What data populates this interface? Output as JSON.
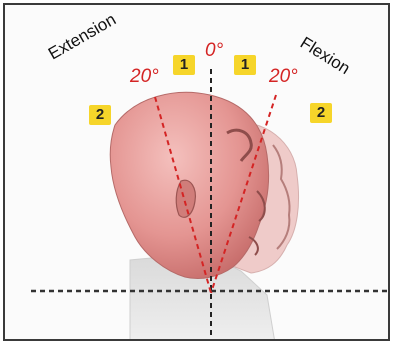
{
  "labels": {
    "extension": "Extension",
    "flexion": "Flexion",
    "angle_left": "20°",
    "angle_center": "0°",
    "angle_right": "20°"
  },
  "badges": {
    "left_inner": "1",
    "right_inner": "1",
    "left_outer": "2",
    "right_outer": "2"
  },
  "colors": {
    "angle_line": "#d42424",
    "badge": "#f6d52a",
    "skin": "#e9a09e"
  }
}
